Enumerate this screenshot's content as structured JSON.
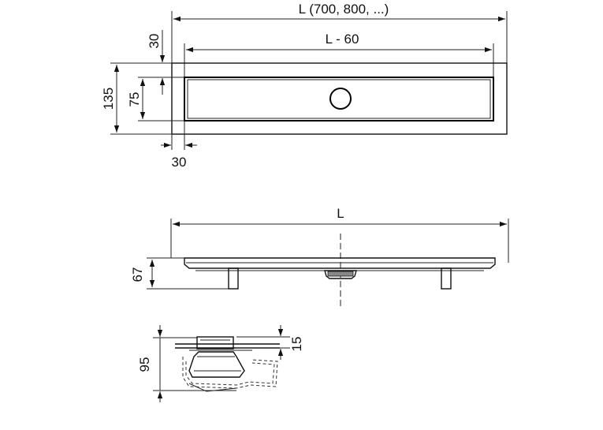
{
  "dimensions": {
    "top_length": "L (700, 800, ...)",
    "inner_length": "L - 60",
    "height_total": "135",
    "height_inner": "75",
    "offset_top": "30",
    "offset_left": "30",
    "side_length": "L",
    "side_height": "67",
    "section_height": "95",
    "section_grate": "15"
  }
}
